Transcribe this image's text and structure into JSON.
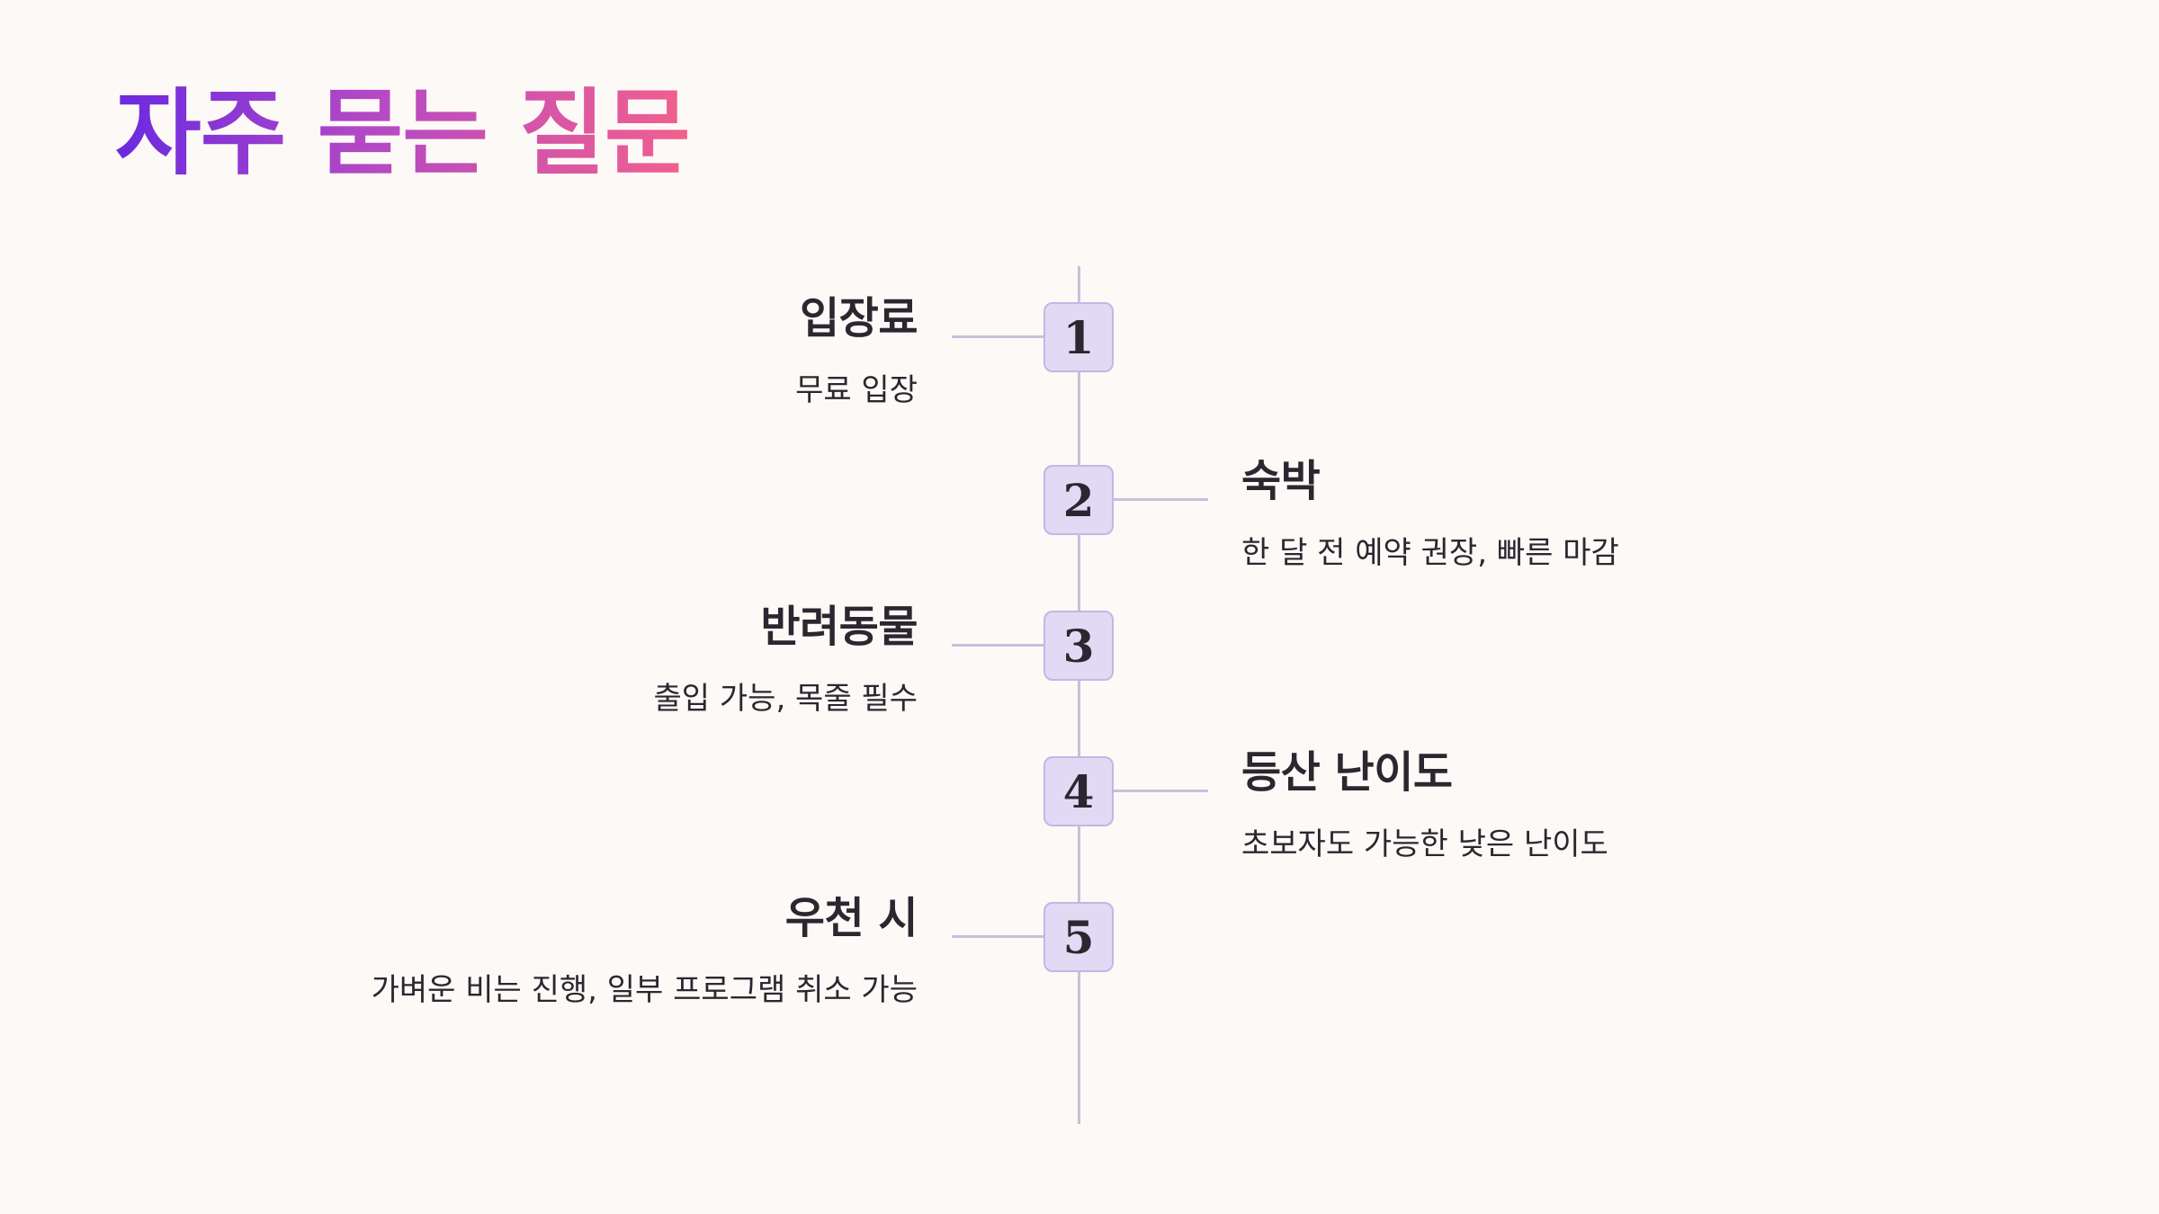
{
  "title": "자주 묻는 질문",
  "items": [
    {
      "number": "1",
      "title": "입장료",
      "description": "무료 입장"
    },
    {
      "number": "2",
      "title": "숙박",
      "description": "한 달 전 예약 권장, 빠른 마감"
    },
    {
      "number": "3",
      "title": "반려동물",
      "description": "출입 가능, 목줄 필수"
    },
    {
      "number": "4",
      "title": "등산 난이도",
      "description": "초보자도 가능한 낮은 난이도"
    },
    {
      "number": "5",
      "title": "우천 시",
      "description": "가벼운 비는 진행, 일부 프로그램 취소 가능"
    }
  ],
  "colors": {
    "background": "#fdf9f6",
    "title_gradient_start": "#6a2ae0",
    "title_gradient_end": "#f2608d",
    "marker_fill": "#e2daf4",
    "line": "#c9bfdc"
  }
}
